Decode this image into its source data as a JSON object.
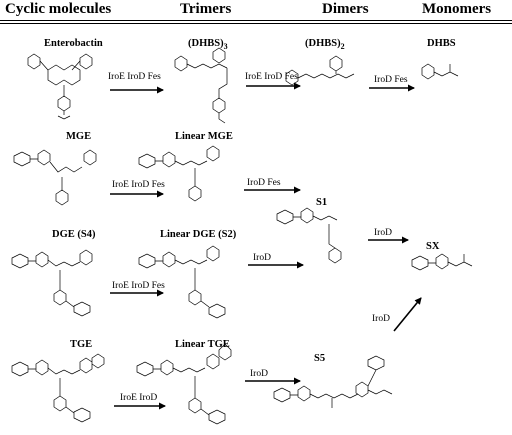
{
  "headers": {
    "cyclic": "Cyclic molecules",
    "trimers": "Trimers",
    "dimers": "Dimers",
    "monomers": "Monomers"
  },
  "molecules": {
    "enterobactin": "Enterobactin",
    "dhbs3_base": "(DHBS)",
    "dhbs3_sub": "3",
    "dhbs2_base": "(DHBS)",
    "dhbs2_sub": "2",
    "dhbs": "DHBS",
    "mge": "MGE",
    "linear_mge": "Linear MGE",
    "dge": "DGE (S4)",
    "linear_dge": "Linear DGE (S2)",
    "tge": "TGE",
    "linear_tge": "Linear TGE",
    "s1": "S1",
    "s5": "S5",
    "sx": "SX"
  },
  "enzymes": {
    "ent_to_trimer": "IroE IroD Fes",
    "trimer_to_dimer": "IroE IroD Fes",
    "dimer_to_monomer": "IroD Fes",
    "mge_to_linear": "IroE IroD Fes",
    "linear_mge_to_s1": "IroD Fes",
    "dge_to_linear": "IroE IroD Fes",
    "linear_dge_to_s1": "IroD",
    "s1_to_sx": "IroD",
    "tge_to_linear": "IroE IroD",
    "linear_tge_to_s5": "IroD",
    "s5_to_sx": "IroD"
  }
}
